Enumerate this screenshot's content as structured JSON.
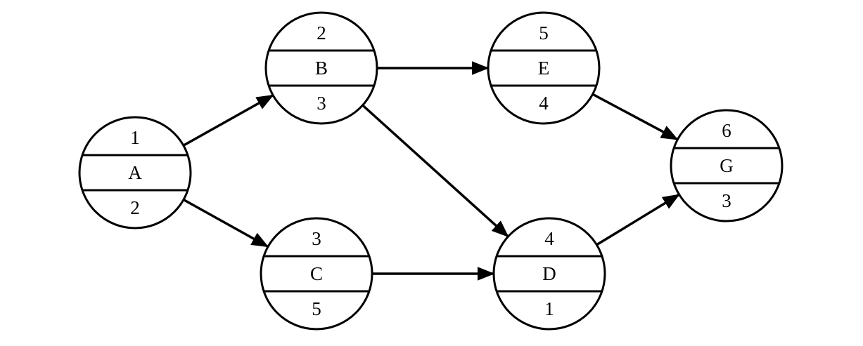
{
  "diagram": {
    "type": "activity-on-node network",
    "nodes": [
      {
        "id": "A",
        "top": "1",
        "label": "A",
        "bottom": "2"
      },
      {
        "id": "B",
        "top": "2",
        "label": "B",
        "bottom": "3"
      },
      {
        "id": "C",
        "top": "3",
        "label": "C",
        "bottom": "5"
      },
      {
        "id": "E",
        "top": "5",
        "label": "E",
        "bottom": "4"
      },
      {
        "id": "D",
        "top": "4",
        "label": "D",
        "bottom": "1"
      },
      {
        "id": "G",
        "top": "6",
        "label": "G",
        "bottom": "3"
      }
    ],
    "edges": [
      {
        "from": "A",
        "to": "B"
      },
      {
        "from": "A",
        "to": "C"
      },
      {
        "from": "B",
        "to": "E"
      },
      {
        "from": "B",
        "to": "D"
      },
      {
        "from": "C",
        "to": "D"
      },
      {
        "from": "E",
        "to": "G"
      },
      {
        "from": "D",
        "to": "G"
      }
    ]
  }
}
